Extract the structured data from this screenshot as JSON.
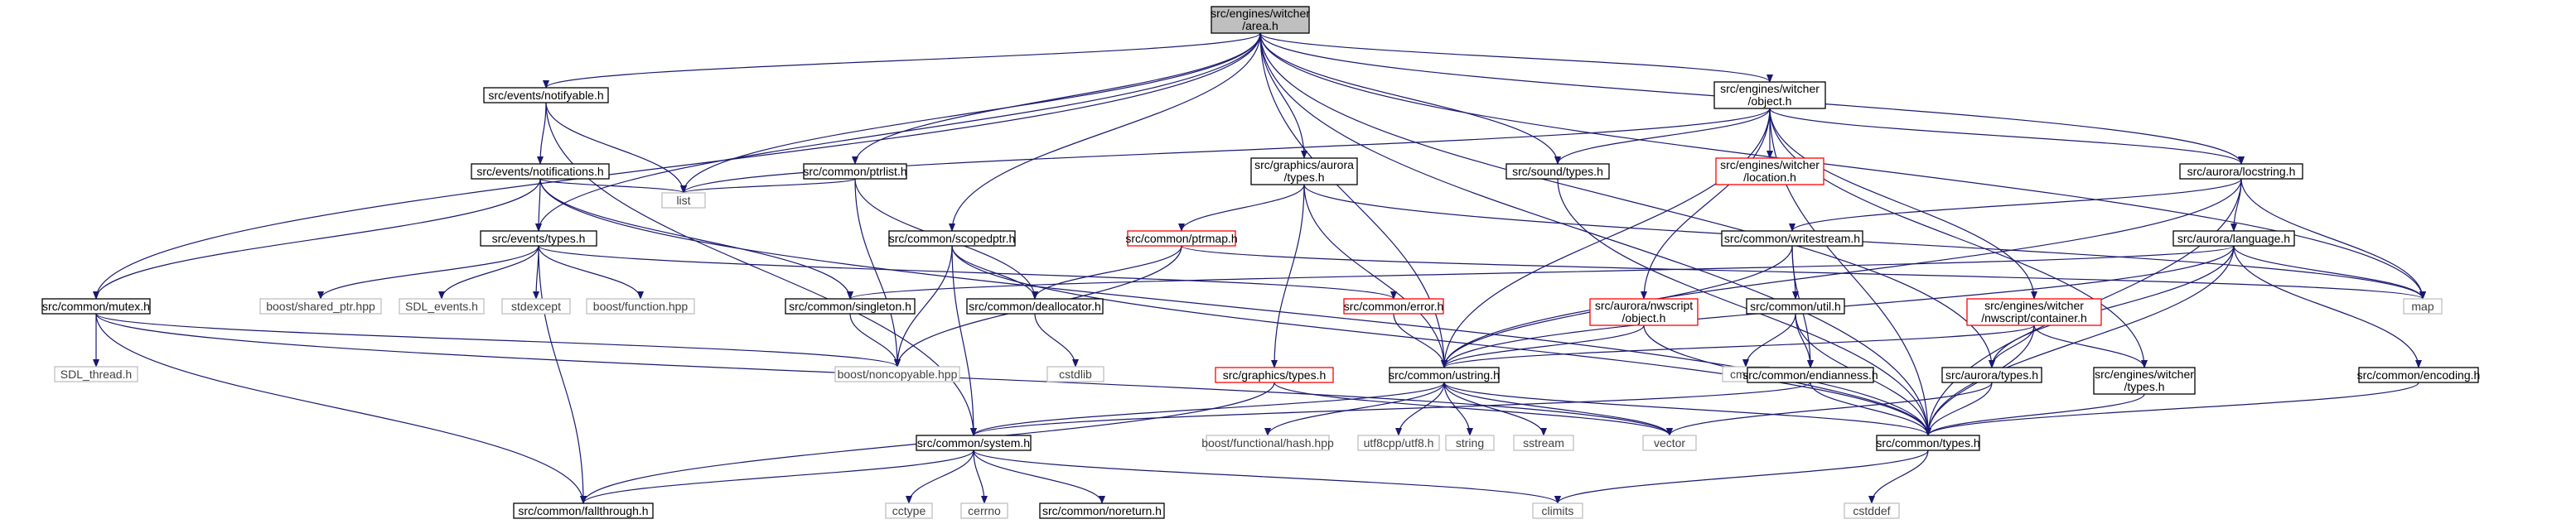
{
  "colors": {
    "root_fill": "#bfbfbf",
    "node_fill": "#ffffff",
    "node_border": "#000000",
    "missing_border": "#ff0000",
    "external_border": "#bfbfbf",
    "external_text": "#404040",
    "edge": "#191970"
  },
  "nodes": [
    {
      "id": "area",
      "label": [
        "src/engines/witcher",
        "/area.h"
      ],
      "style": "root"
    },
    {
      "id": "notifyable",
      "label": [
        "src/events/notifyable.h"
      ],
      "style": "normal"
    },
    {
      "id": "object",
      "label": [
        "src/engines/witcher",
        "/object.h"
      ],
      "style": "normal"
    },
    {
      "id": "notifications",
      "label": [
        "src/events/notifications.h"
      ],
      "style": "normal"
    },
    {
      "id": "ptrlist",
      "label": [
        "src/common/ptrlist.h"
      ],
      "style": "normal"
    },
    {
      "id": "gfxaurora",
      "label": [
        "src/graphics/aurora",
        "/types.h"
      ],
      "style": "normal"
    },
    {
      "id": "soundtypes",
      "label": [
        "src/sound/types.h"
      ],
      "style": "normal"
    },
    {
      "id": "location",
      "label": [
        "src/engines/witcher",
        "/location.h"
      ],
      "style": "missing"
    },
    {
      "id": "locstring",
      "label": [
        "src/aurora/locstring.h"
      ],
      "style": "normal"
    },
    {
      "id": "list",
      "label": [
        "list"
      ],
      "style": "external"
    },
    {
      "id": "scopedptr",
      "label": [
        "src/common/scopedptr.h"
      ],
      "style": "normal"
    },
    {
      "id": "ptrmap",
      "label": [
        "src/common/ptrmap.h"
      ],
      "style": "missing"
    },
    {
      "id": "writestream",
      "label": [
        "src/common/writestream.h"
      ],
      "style": "normal"
    },
    {
      "id": "language",
      "label": [
        "src/aurora/language.h"
      ],
      "style": "normal"
    },
    {
      "id": "eventtypes",
      "label": [
        "src/events/types.h"
      ],
      "style": "normal"
    },
    {
      "id": "mutex",
      "label": [
        "src/common/mutex.h"
      ],
      "style": "normal"
    },
    {
      "id": "sharedptr",
      "label": [
        "boost/shared_ptr.hpp"
      ],
      "style": "external"
    },
    {
      "id": "sdlevents",
      "label": [
        "SDL_events.h"
      ],
      "style": "external"
    },
    {
      "id": "stdexcept",
      "label": [
        "stdexcept"
      ],
      "style": "external"
    },
    {
      "id": "function",
      "label": [
        "boost/function.hpp"
      ],
      "style": "external"
    },
    {
      "id": "singleton",
      "label": [
        "src/common/singleton.h"
      ],
      "style": "normal"
    },
    {
      "id": "deallocator",
      "label": [
        "src/common/deallocator.h"
      ],
      "style": "normal"
    },
    {
      "id": "error",
      "label": [
        "src/common/error.h"
      ],
      "style": "missing"
    },
    {
      "id": "nwsobject",
      "label": [
        "src/aurora/nwscript",
        "/object.h"
      ],
      "style": "missing"
    },
    {
      "id": "util",
      "label": [
        "src/common/util.h"
      ],
      "style": "normal"
    },
    {
      "id": "container",
      "label": [
        "src/engines/witcher",
        "/nwscript/container.h"
      ],
      "style": "missing"
    },
    {
      "id": "map",
      "label": [
        "map"
      ],
      "style": "external"
    },
    {
      "id": "sdlthread",
      "label": [
        "SDL_thread.h"
      ],
      "style": "external"
    },
    {
      "id": "noncopyable",
      "label": [
        "boost/noncopyable.hpp"
      ],
      "style": "external"
    },
    {
      "id": "cstdlib",
      "label": [
        "cstdlib"
      ],
      "style": "external"
    },
    {
      "id": "cmath",
      "label": [
        "cmath"
      ],
      "style": "external"
    },
    {
      "id": "gfxtypes",
      "label": [
        "src/graphics/types.h"
      ],
      "style": "missing"
    },
    {
      "id": "ustring",
      "label": [
        "src/common/ustring.h"
      ],
      "style": "normal"
    },
    {
      "id": "endianness",
      "label": [
        "src/common/endianness.h"
      ],
      "style": "normal"
    },
    {
      "id": "auroratypes",
      "label": [
        "src/aurora/types.h"
      ],
      "style": "normal"
    },
    {
      "id": "witchertypes",
      "label": [
        "src/engines/witcher",
        "/types.h"
      ],
      "style": "normal"
    },
    {
      "id": "encoding",
      "label": [
        "src/common/encoding.h"
      ],
      "style": "normal"
    },
    {
      "id": "system",
      "label": [
        "src/common/system.h"
      ],
      "style": "normal"
    },
    {
      "id": "hash",
      "label": [
        "boost/functional/hash.hpp"
      ],
      "style": "external"
    },
    {
      "id": "utf8",
      "label": [
        "utf8cpp/utf8.h"
      ],
      "style": "external"
    },
    {
      "id": "string",
      "label": [
        "string"
      ],
      "style": "external"
    },
    {
      "id": "sstream",
      "label": [
        "sstream"
      ],
      "style": "external"
    },
    {
      "id": "vector",
      "label": [
        "vector"
      ],
      "style": "external"
    },
    {
      "id": "commontypes",
      "label": [
        "src/common/types.h"
      ],
      "style": "normal"
    },
    {
      "id": "cctype",
      "label": [
        "cctype"
      ],
      "style": "external"
    },
    {
      "id": "cerrno",
      "label": [
        "cerrno"
      ],
      "style": "external"
    },
    {
      "id": "noreturn",
      "label": [
        "src/common/noreturn.h"
      ],
      "style": "normal"
    },
    {
      "id": "climits",
      "label": [
        "climits"
      ],
      "style": "external"
    },
    {
      "id": "cstddef",
      "label": [
        "cstddef"
      ],
      "style": "external"
    },
    {
      "id": "fallthrough",
      "label": [
        "src/common/fallthrough.h"
      ],
      "style": "normal"
    }
  ],
  "edges": [
    [
      "area",
      "notifyable"
    ],
    [
      "area",
      "object"
    ],
    [
      "area",
      "ptrlist"
    ],
    [
      "area",
      "gfxaurora"
    ],
    [
      "area",
      "soundtypes"
    ],
    [
      "area",
      "locstring"
    ],
    [
      "area",
      "list"
    ],
    [
      "area",
      "scopedptr"
    ],
    [
      "area",
      "eventtypes"
    ],
    [
      "area",
      "mutex"
    ],
    [
      "area",
      "ustring"
    ],
    [
      "area",
      "auroratypes"
    ],
    [
      "area",
      "map"
    ],
    [
      "area",
      "commontypes"
    ],
    [
      "notifyable",
      "notifications"
    ],
    [
      "notifyable",
      "list"
    ],
    [
      "notifyable",
      "system"
    ],
    [
      "notifications",
      "list"
    ],
    [
      "notifications",
      "eventtypes"
    ],
    [
      "notifications",
      "mutex"
    ],
    [
      "notifications",
      "singleton"
    ],
    [
      "notifications",
      "commontypes"
    ],
    [
      "eventtypes",
      "sharedptr"
    ],
    [
      "eventtypes",
      "sdlevents"
    ],
    [
      "eventtypes",
      "stdexcept"
    ],
    [
      "eventtypes",
      "function"
    ],
    [
      "eventtypes",
      "error"
    ],
    [
      "eventtypes",
      "fallthrough"
    ],
    [
      "mutex",
      "sdlthread"
    ],
    [
      "mutex",
      "noncopyable"
    ],
    [
      "mutex",
      "fallthrough"
    ],
    [
      "mutex",
      "vector"
    ],
    [
      "object",
      "list"
    ],
    [
      "object",
      "soundtypes"
    ],
    [
      "object",
      "location"
    ],
    [
      "object",
      "locstring"
    ],
    [
      "object",
      "nwsobject"
    ],
    [
      "object",
      "container"
    ],
    [
      "object",
      "witchertypes"
    ],
    [
      "object",
      "ustring"
    ],
    [
      "object",
      "commontypes"
    ],
    [
      "ptrlist",
      "list"
    ],
    [
      "ptrlist",
      "deallocator"
    ],
    [
      "ptrlist",
      "noncopyable"
    ],
    [
      "gfxaurora",
      "ptrmap"
    ],
    [
      "gfxaurora",
      "gfxtypes"
    ],
    [
      "gfxaurora",
      "ustring"
    ],
    [
      "gfxaurora",
      "map"
    ],
    [
      "soundtypes",
      "commontypes"
    ],
    [
      "scopedptr",
      "deallocator"
    ],
    [
      "scopedptr",
      "noncopyable"
    ],
    [
      "scopedptr",
      "system"
    ],
    [
      "scopedptr",
      "commontypes"
    ],
    [
      "ptrmap",
      "map"
    ],
    [
      "ptrmap",
      "deallocator"
    ],
    [
      "ptrmap",
      "noncopyable"
    ],
    [
      "locstring",
      "writestream"
    ],
    [
      "locstring",
      "language"
    ],
    [
      "locstring",
      "map"
    ],
    [
      "locstring",
      "ustring"
    ],
    [
      "locstring",
      "commontypes"
    ],
    [
      "writestream",
      "util"
    ],
    [
      "writestream",
      "endianness"
    ],
    [
      "writestream",
      "ustring"
    ],
    [
      "language",
      "singleton"
    ],
    [
      "language",
      "map"
    ],
    [
      "language",
      "auroratypes"
    ],
    [
      "language",
      "encoding"
    ],
    [
      "language",
      "commontypes"
    ],
    [
      "language",
      "ustring"
    ],
    [
      "singleton",
      "noncopyable"
    ],
    [
      "deallocator",
      "cstdlib"
    ],
    [
      "error",
      "ustring"
    ],
    [
      "nwsobject",
      "ustring"
    ],
    [
      "nwsobject",
      "commontypes"
    ],
    [
      "util",
      "cmath"
    ],
    [
      "util",
      "endianness"
    ],
    [
      "util",
      "commontypes"
    ],
    [
      "container",
      "ustring"
    ],
    [
      "container",
      "auroratypes"
    ],
    [
      "container",
      "witchertypes"
    ],
    [
      "container",
      "commontypes"
    ],
    [
      "gfxtypes",
      "fallthrough"
    ],
    [
      "gfxtypes",
      "vector"
    ],
    [
      "ustring",
      "system"
    ],
    [
      "ustring",
      "hash"
    ],
    [
      "ustring",
      "utf8"
    ],
    [
      "ustring",
      "string"
    ],
    [
      "ustring",
      "sstream"
    ],
    [
      "ustring",
      "vector"
    ],
    [
      "ustring",
      "commontypes"
    ],
    [
      "endianness",
      "system"
    ],
    [
      "endianness",
      "commontypes"
    ],
    [
      "auroratypes",
      "vector"
    ],
    [
      "auroratypes",
      "commontypes"
    ],
    [
      "witchertypes",
      "commontypes"
    ],
    [
      "encoding",
      "commontypes"
    ],
    [
      "system",
      "cctype"
    ],
    [
      "system",
      "cerrno"
    ],
    [
      "system",
      "noreturn"
    ],
    [
      "system",
      "climits"
    ],
    [
      "system",
      "fallthrough"
    ],
    [
      "commontypes",
      "climits"
    ],
    [
      "commontypes",
      "cstddef"
    ]
  ]
}
